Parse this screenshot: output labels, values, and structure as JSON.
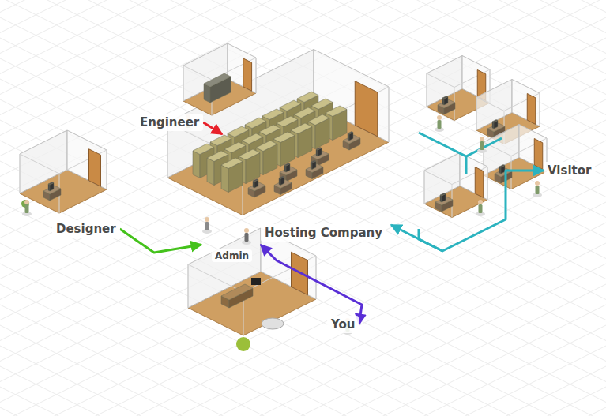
{
  "diagram": {
    "nodes": [
      {
        "text": [
          "Engineer"
        ]
      },
      {
        "text": [
          "Designer"
        ]
      },
      {
        "text": [
          "Hosting Company"
        ]
      },
      {
        "text": [
          "Visitor"
        ]
      },
      {
        "text": [
          "You"
        ]
      }
    ],
    "edges": [
      {
        "from": 1,
        "to": 2,
        "arrow": "to"
      },
      {
        "from": 0,
        "to": 2,
        "arrow": "to"
      },
      {
        "from": 2,
        "to": 4,
        "arrow": "both"
      },
      {
        "from": 2,
        "to": 3,
        "arrow": "both"
      }
    ],
    "labels": [
      "Admin"
    ]
  }
}
